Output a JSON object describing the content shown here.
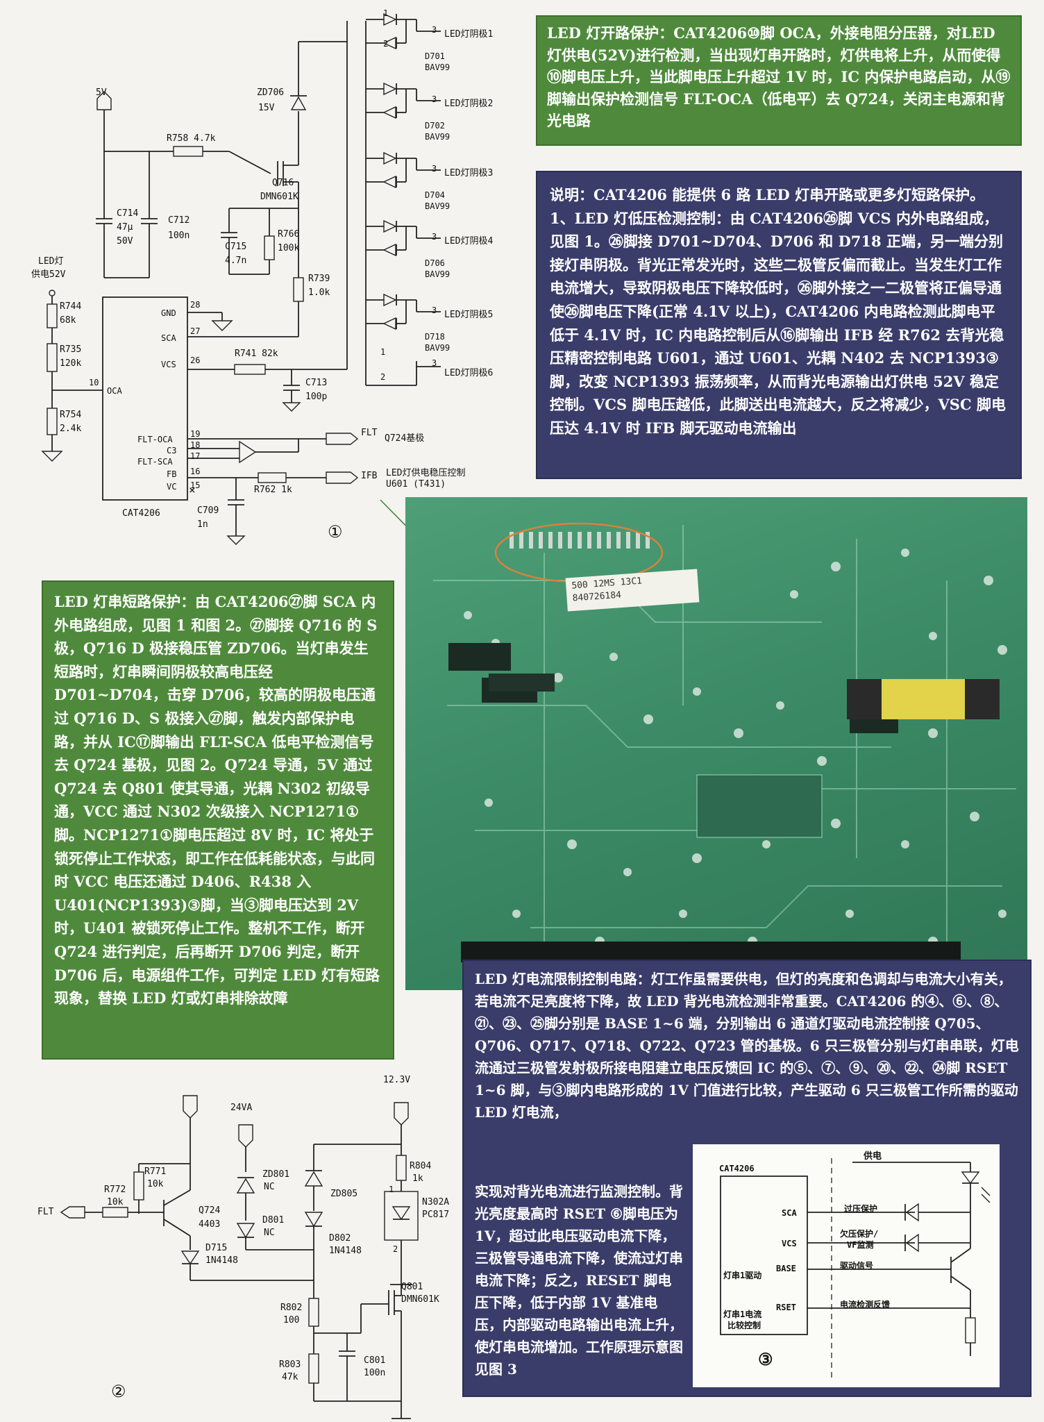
{
  "boxes": {
    "open_circuit": "LED 灯开路保护：CAT4206⑩脚 OCA，外接电阻分压器，对LED 灯供电(52V)进行检测，当出现灯串开路时，灯供电将上升，从而使得⑩脚电压上升，当此脚电压上升超过 1V 时，IC 内保护电路启动，从⑲脚输出保护检测信号 FLT-OCA（低电平）去 Q724，关闭主电源和背光电路",
    "description": "说明：CAT4206 能提供 6 路 LED 灯串开路或更多灯短路保护。1、LED 灯低压检测控制：由 CAT4206㉖脚 VCS 内外电路组成，见图 1。㉖脚接 D701~D704、D706 和 D718 正端，另一端分别接灯串阴极。背光正常发光时，这些二极管反偏而截止。当发生灯工作电流增大，导致阴极电压下降较低时，㉖脚外接之一二极管将正偏导通使㉖脚电压下降(正常 4.1V 以上)，CAT4206 内电路检测此脚电平低于 4.1V 时，IC 内电路控制后从⑯脚输出 IFB 经 R762 去背光稳压精密控制电路 U601，通过 U601、光耦 N402 去 NCP1393③脚，改变 NCP1393 振荡频率，从而背光电源输出灯供电 52V 稳定控制。VCS 脚电压越低，此脚送出电流越大，反之将减少，VSC 脚电压达 4.1V 时 IFB 脚无驱动电流输出",
    "short_circuit": "LED 灯串短路保护：由 CAT4206㉗脚 SCA 内外电路组成，见图 1 和图 2。㉗脚接 Q716 的 S 极，Q716 D 极接稳压管 ZD706。当灯串发生短路时，灯串瞬间阴极较高电压经 D701~D704，击穿 D706，较高的阴极电压通过 Q716 D、S 极接入㉗脚，触发内部保护电路，并从 IC⑰脚输出 FLT-SCA 低电平检测信号去 Q724 基极，见图 2。Q724 导通，5V 通过 Q724 去 Q801 使其导通，光耦 N302 初级导通，VCC 通过 N302 次级接入 NCP1271①脚。NCP1271①脚电压超过 8V 时，IC 将处于锁死停止工作状态，即工作在低耗能状态，与此同时 VCC 电压还通过 D406、R438 入 U401(NCP1393)③脚，当③脚电压达到 2V 时，U401 被锁死停止工作。整机不工作，断开 Q724 进行判定，后再断开 D706 判定，断开 D706 后，电源组件工作，可判定 LED 灯有短路现象，替换 LED 灯或灯串排除故障",
    "current_limit_top": "LED 灯电流限制控制电路：灯工作虽需要供电，但灯的亮度和色调却与电流大小有关，若电流不足亮度将下降，故 LED 背光电流检测非常重要。CAT4206 的④、⑥、⑧、㉑、㉓、㉕脚分别是 BASE 1~6 端，分别输出 6 通道灯驱动电流控制接 Q705、Q706、Q717、Q718、Q722、Q723 管的基极。6 只三极管分别与灯串串联，灯电流通过三极管发射极所接电阻建立电压反馈回 IC 的⑤、⑦、⑨、⑳、㉒、㉔脚 RSET 1~6 脚，与③脚内电路形成的 1V 门值进行比较，产生驱动 6 只三极管工作所需的驱动 LED 灯电流，",
    "current_limit_bottom": "实现对背光电流进行监测控制。背光亮度最高时 RSET ⑥脚电压为 1V，超过此电压驱动电流下降，三极管导通电流下降，使流过灯串电流下降；反之，RESET 脚电压下降，低于内部 1V 基准电压，内部驱动电路输出电流上升，使灯串电流增加。工作原理示意图见图 3"
  },
  "fig1": {
    "number": "①",
    "ic_name": "CAT4206",
    "pins": [
      {
        "num": "28",
        "name": "GND"
      },
      {
        "num": "27",
        "name": "SCA"
      },
      {
        "num": "26",
        "name": "VCS"
      },
      {
        "num": "10",
        "name": "OCA"
      },
      {
        "num": "19",
        "name": "FLT-OCA"
      },
      {
        "num": "18",
        "name": "C3"
      },
      {
        "num": "17",
        "name": "FLT-SCA"
      },
      {
        "num": "16",
        "name": "FB"
      },
      {
        "num": "15",
        "name": "VC"
      }
    ],
    "labels": {
      "v5": "5V",
      "r758": "R758 4.7k",
      "zd706": "ZD706",
      "zd706_v": "15V",
      "q716": "Q716",
      "q716_type": "DMN601K",
      "c714": "C714",
      "c714_v": "47μ",
      "c714_u": "50V",
      "c712": "C712",
      "c712_v": "100n",
      "c715": "C715",
      "c715_v": "4.7n",
      "r766": "R766",
      "r766_v": "100k",
      "r739": "R739",
      "r739_v": "1.0k",
      "led_supply1": "LED灯",
      "led_supply2": "供电52V",
      "r744": "R744",
      "r744_v": "68k",
      "r735": "R735",
      "r735_v": "120k",
      "r754": "R754",
      "r754_v": "2.4k",
      "r741": "R741 82k",
      "c713": "C713",
      "c713_v": "100p",
      "flt": "FLT",
      "q724_base": "Q724基极",
      "ifb": "IFB",
      "ifb_desc": "LED灯供电稳压控制",
      "u601": "U601 (T431)",
      "r762": "R762 1k",
      "c709": "C709",
      "c709_v": "1n",
      "x": "×"
    },
    "diodes": [
      {
        "name": "D701",
        "type": "BAV99",
        "out": "LED灯阴极1"
      },
      {
        "name": "D702",
        "type": "BAV99",
        "out": "LED灯阴极2"
      },
      {
        "name": "D704",
        "type": "BAV99",
        "out": "LED灯阴极3"
      },
      {
        "name": "D706",
        "type": "BAV99",
        "out": "LED灯阴极4"
      },
      {
        "name": "D718",
        "type": "BAV99",
        "out": "LED灯阴极5"
      },
      {
        "name": "",
        "type": "",
        "out": "LED灯阴极6"
      }
    ],
    "pin_marks": {
      "p1": "1",
      "p2": "2",
      "p3": "3"
    }
  },
  "pcb": {
    "label1": "500 12MS 13C1",
    "label2": "840726184"
  },
  "fig2": {
    "number": "②",
    "labels": {
      "v123": "12.3V",
      "v24": "24VA",
      "flt": "FLT",
      "r771": "R771",
      "r771_v": "10k",
      "r772": "R772",
      "r772_v": "10k",
      "q724": "Q724",
      "q724_t": "4403",
      "d715": "D715",
      "d715_t": "1N4148",
      "zd801": "ZD801",
      "zd801_t": "NC",
      "d801": "D801",
      "d801_t": "NC",
      "zd805": "ZD805",
      "d802": "D802",
      "d802_t": "1N4148",
      "r804": "R804",
      "r804_v": "1k",
      "n302": "N302A",
      "n302_t": "PC817",
      "q801": "Q801",
      "q801_t": "DMN601K",
      "r802": "R802",
      "r802_v": "100",
      "r803": "R803",
      "r803_v": "47k",
      "c801": "C801",
      "c801_v": "100n",
      "p1": "1",
      "p2": "2"
    }
  },
  "fig3": {
    "number": "③",
    "ic": "CAT4206",
    "supply": "供电",
    "sca": "SCA",
    "vcs": "VCS",
    "base": "BASE",
    "rset": "RSET",
    "drive1": "灯串1驱动",
    "cur1a": "灯串1电流",
    "cur1b": "比较控制",
    "over": "过压保护",
    "under1": "欠压保护/",
    "under2": "VF监测",
    "drive_sig": "驱动信号",
    "feedback": "电流检测反馈"
  }
}
